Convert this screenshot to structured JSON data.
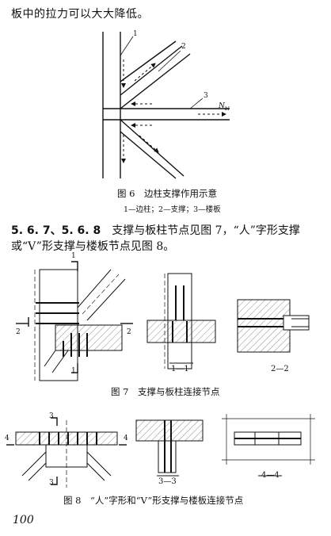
{
  "intro_line": "板中的拉力可以大大降低。",
  "fig6": {
    "caption": "图 6　边柱支撑作用示意",
    "legend": "1—边柱；2—支撑；3—楼板",
    "labels": {
      "n1": "1",
      "n2": "2",
      "n3": "3",
      "force": "N",
      "force_sub": "bl"
    }
  },
  "section": {
    "number": "5. 6. 7、5. 6. 8",
    "text": "支撑与板柱节点见图 7，“人”字形支撑或“V”形支撑与楼板节点见图 8。"
  },
  "fig7": {
    "caption": "图 7　支撑与板柱连接节点",
    "cut_labels": {
      "one_top": "1",
      "one_bottom": "1",
      "two_left": "2",
      "two_right": "2"
    },
    "view_labels": {
      "v1": "1—1",
      "v2": "2—2"
    }
  },
  "fig8": {
    "caption": "图 8　“人”字形和“V”形支撑与楼板连接节点",
    "cut_labels": {
      "three_top": "3",
      "three_bottom": "3",
      "four_left": "4",
      "four_right": "4"
    },
    "view_labels": {
      "v3": "3—3",
      "v4": "4—4"
    }
  },
  "page_number": "100"
}
